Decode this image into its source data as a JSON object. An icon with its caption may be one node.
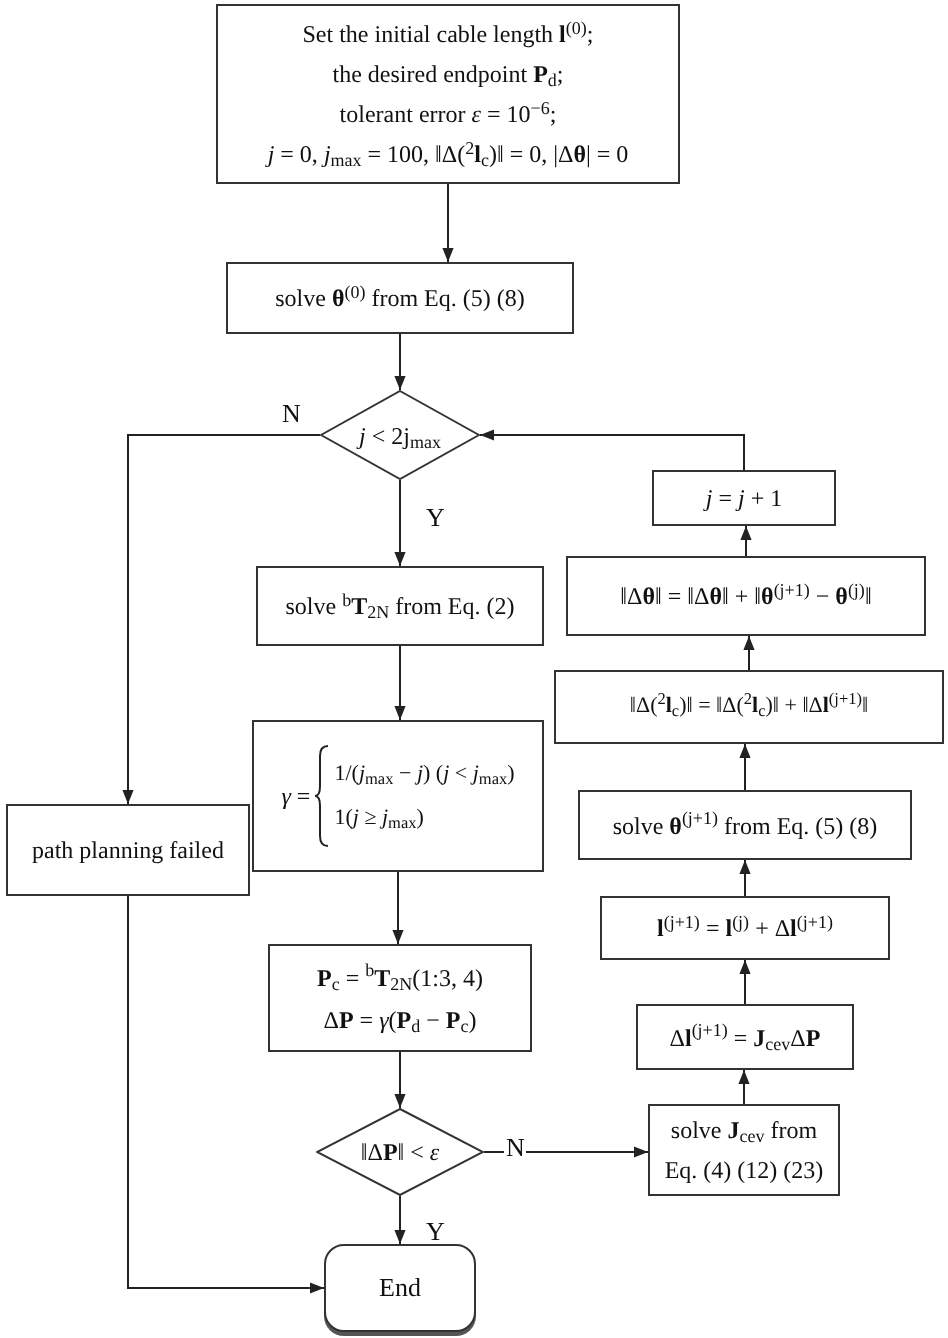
{
  "diagram": {
    "nodes": [
      {
        "text": [
          "Set the initial cable length **l**$^{(0)}$;",
          "the desired endpoint **P**$_{d}$;",
          "tolerant error *ε* = 10$^{−6}$;",
          "*j* = 0, *j*$_{max}$ = 100, ‖Δ($^{2}$**l**$_{c}$)‖ = 0, |Δ**θ**| = 0"
        ]
      },
      {
        "text": [
          "solve **θ**$^{(0)}$ from Eq. (5) (8)"
        ]
      },
      {
        "text": [
          "*j* < 2j$_{max}$"
        ]
      },
      {
        "text": [
          "path planning failed"
        ]
      },
      {
        "text": [
          "solve $^{b}$**T**$_{2N}$ from Eq. (2)"
        ]
      },
      {
        "text": [
          "*γ* =",
          "1/(*j*$_{max}$ − *j*) (*j* < *j*$_{max}$)",
          "1(*j* ≥ *j*$_{max}$)"
        ]
      },
      {
        "text": [
          "**P**$_{c}$ = $^{b}$**T**$_{2N}$(1:3, 4)",
          "Δ**P** = *γ*(**P**$_{d}$ − **P**$_{c}$)"
        ]
      },
      {
        "text": [
          "‖Δ**P**‖ < *ε*"
        ]
      },
      {
        "text": [
          "End"
        ]
      },
      {
        "text": [
          "solve **J**$_{cev}$ from Eq. (4) (12) (23)"
        ]
      },
      {
        "text": [
          "Δ**l**$^{(j+1)}$ = **J**$_{cev}$Δ**P**"
        ]
      },
      {
        "text": [
          "**l**$^{(j+1)}$ = **l**$^{(j)}$ + Δ**l**$^{(j+1)}$"
        ]
      },
      {
        "text": [
          "solve **θ**$^{(j+1)}$ from Eq. (5) (8)"
        ]
      },
      {
        "text": [
          "‖Δ($^{2}$**l**$_{c}$)‖ = ‖Δ($^{2}$**l**$_{c}$)‖ + ‖Δ**l**$^{(j+1)}$‖"
        ]
      },
      {
        "text": [
          "‖Δ**θ**‖ = ‖Δ**θ**‖ + ‖**θ**$^{(j+1)}$ − **θ**$^{(j)}$‖"
        ]
      },
      {
        "text": [
          "*j* = *j* + 1"
        ]
      }
    ],
    "edges": [
      {
        "from": 0,
        "to": 1,
        "arrow": "to"
      },
      {
        "from": 1,
        "to": 2,
        "arrow": "to"
      },
      {
        "from": 2,
        "to": 4,
        "arrow": "to",
        "label": "Y"
      },
      {
        "from": 2,
        "to": 3,
        "arrow": "to",
        "label": "N"
      },
      {
        "from": 4,
        "to": 5,
        "arrow": "to"
      },
      {
        "from": 5,
        "to": 6,
        "arrow": "to"
      },
      {
        "from": 6,
        "to": 7,
        "arrow": "to"
      },
      {
        "from": 7,
        "to": 8,
        "arrow": "to",
        "label": "Y"
      },
      {
        "from": 7,
        "to": 9,
        "arrow": "to",
        "label": "N"
      },
      {
        "from": 3,
        "to": 8,
        "arrow": "to"
      },
      {
        "from": 9,
        "to": 10,
        "arrow": "to"
      },
      {
        "from": 10,
        "to": 11,
        "arrow": "to"
      },
      {
        "from": 11,
        "to": 12,
        "arrow": "to"
      },
      {
        "from": 12,
        "to": 13,
        "arrow": "to"
      },
      {
        "from": 13,
        "to": 14,
        "arrow": "to"
      },
      {
        "from": 14,
        "to": 15,
        "arrow": "to"
      },
      {
        "from": 15,
        "to": 2,
        "arrow": "to"
      }
    ]
  }
}
